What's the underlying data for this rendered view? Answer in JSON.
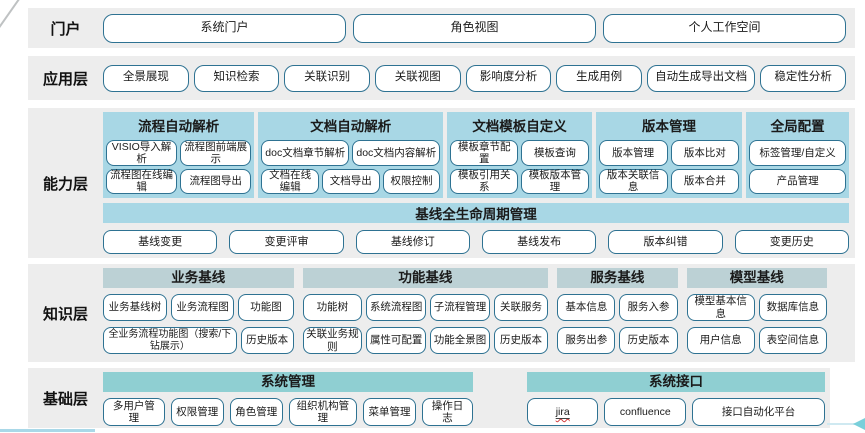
{
  "colors": {
    "band_bg": "#ededed",
    "capability_panel": "#a8d7e5",
    "knowledge_header": "#bcd1d5",
    "foundation_header": "#8fcfd2",
    "box_border": "#2e7292",
    "accent_line": "#a9d8e8"
  },
  "layers": {
    "portal": {
      "label": "门户",
      "items": [
        "系统门户",
        "角色视图",
        "个人工作空间"
      ]
    },
    "application": {
      "label": "应用层",
      "items": [
        "全景展现",
        "知识检索",
        "关联识别",
        "关联视图",
        "影响度分析",
        "生成用例",
        "自动生成导出文档",
        "稳定性分析"
      ]
    },
    "capability": {
      "label": "能力层",
      "groups": [
        {
          "title": "流程自动解析",
          "rows": [
            [
              "VISIO导入解析",
              "流程图前端展示"
            ],
            [
              "流程图在线编辑",
              "流程图导出"
            ]
          ]
        },
        {
          "title": "文档自动解析",
          "rows": [
            [
              "doc文档章节解析",
              "doc文档内容解析"
            ],
            [
              "文档在线编辑",
              "文档导出",
              "权限控制"
            ]
          ]
        },
        {
          "title": "文档模板自定义",
          "rows": [
            [
              "模板章节配置",
              "模板查询"
            ],
            [
              "模板引用关系",
              "模板版本管理"
            ]
          ]
        },
        {
          "title": "版本管理",
          "rows": [
            [
              "版本管理",
              "版本比对"
            ],
            [
              "版本关联信息",
              "版本合并"
            ]
          ]
        },
        {
          "title": "全局配置",
          "rows": [
            [
              "标签管理/自定义"
            ],
            [
              "产品管理"
            ]
          ]
        }
      ],
      "baseline": {
        "title": "基线全生命周期管理",
        "items": [
          "基线变更",
          "变更评审",
          "基线修订",
          "基线发布",
          "版本纠错",
          "变更历史"
        ]
      }
    },
    "knowledge": {
      "label": "知识层",
      "groups": [
        {
          "title": "业务基线",
          "rows": [
            [
              "业务基线树",
              "业务流程图",
              "功能图"
            ],
            [
              "全业务流程功能图（搜索/下钻展示）",
              "历史版本"
            ]
          ]
        },
        {
          "title": "功能基线",
          "rows": [
            [
              "功能树",
              "系统流程图",
              "子流程管理",
              "关联服务"
            ],
            [
              "关联业务规则",
              "属性可配置",
              "功能全景图",
              "历史版本"
            ]
          ]
        },
        {
          "title": "服务基线",
          "rows": [
            [
              "基本信息",
              "服务入参"
            ],
            [
              "服务出参",
              "历史版本"
            ]
          ]
        },
        {
          "title": "模型基线",
          "rows": [
            [
              "模型基本信息",
              "数据库信息"
            ],
            [
              "用户信息",
              "表空间信息"
            ]
          ]
        }
      ]
    },
    "foundation": {
      "label": "基础层",
      "groups": [
        {
          "title": "系统管理",
          "items": [
            "多用户管理",
            "权限管理",
            "角色管理",
            "组织机构管理",
            "菜单管理",
            "操作日志"
          ]
        },
        {
          "title": "系统接口",
          "items": [
            "jira",
            "confluence",
            "接口自动化平台"
          ]
        }
      ]
    }
  }
}
